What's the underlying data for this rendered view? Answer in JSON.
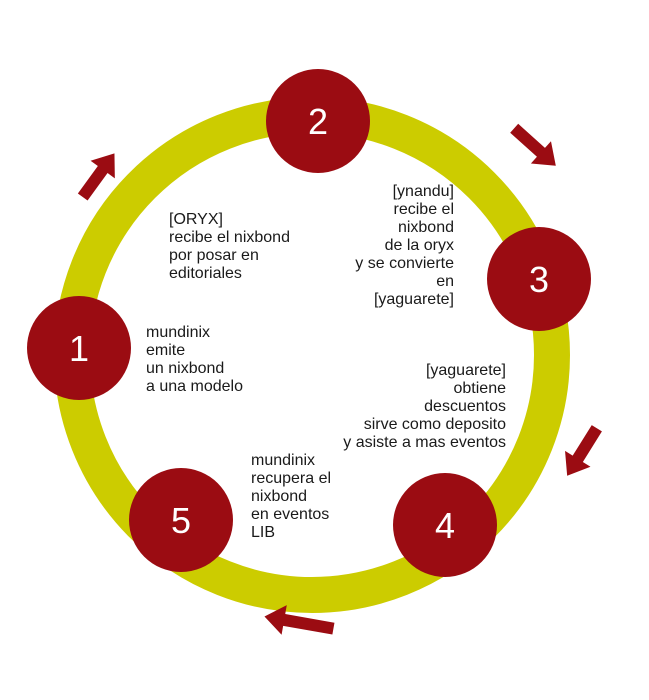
{
  "colors": {
    "ring": "#cccc00",
    "node": "#9b0c12",
    "node_text": "#ffffff",
    "arrow": "#9b0c12"
  },
  "nodes": [
    {
      "number": "1"
    },
    {
      "number": "2"
    },
    {
      "number": "3"
    },
    {
      "number": "4"
    },
    {
      "number": "5"
    }
  ],
  "steps": [
    {
      "lines": [
        "mundinix",
        "emite",
        "un nixbond",
        "a una modelo"
      ]
    },
    {
      "lines": [
        "[ORYX]",
        "recibe el nixbond",
        "por posar en",
        "editoriales"
      ]
    },
    {
      "lines": [
        "[ynandu]",
        "recibe el",
        "nixbond",
        "de la oryx",
        "y se convierte",
        "en",
        "[yaguarete]"
      ]
    },
    {
      "lines": [
        "[yaguarete]",
        "obtiene",
        "descuentos",
        "sirve como deposito",
        "y asiste a mas eventos"
      ]
    },
    {
      "lines": [
        "mundinix",
        "recupera el",
        "nixbond",
        "en eventos",
        "LIB"
      ]
    }
  ]
}
